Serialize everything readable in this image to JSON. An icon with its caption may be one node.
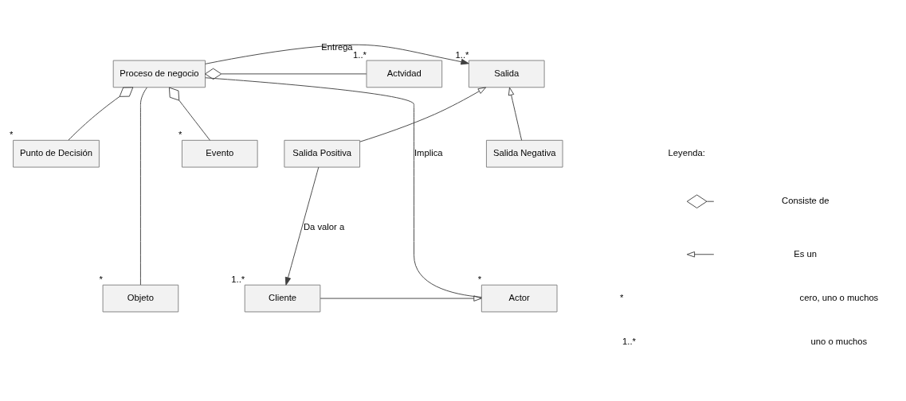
{
  "diagram": {
    "nodes": [
      {
        "text": [
          "Salida"
        ],
        "beside": [
          "1..*"
        ]
      },
      {
        "text": [
          "Proceso de negocio"
        ]
      },
      {
        "text": [
          "Evento"
        ],
        "beside": [
          "*"
        ]
      },
      {
        "text": [
          "Actvidad"
        ],
        "beside": [
          "1..*"
        ]
      },
      {
        "text": [
          "Punto de Decisión"
        ],
        "beside": [
          "*"
        ]
      },
      {
        "text": [
          "Salida Positiva"
        ]
      },
      {
        "text": [
          "Salida Negativa"
        ]
      },
      {
        "text": [
          "Cliente"
        ],
        "beside": [
          "1..*"
        ]
      },
      {
        "text": [
          "Actor"
        ],
        "beside": [
          "*"
        ]
      },
      {
        "text": [
          "Objeto"
        ],
        "beside": [
          "*"
        ]
      }
    ],
    "edges": [
      {
        "from": 1,
        "to": 0,
        "arrow": "to",
        "label": "Entrega"
      },
      {
        "from": 1,
        "to": 2,
        "arrow": "other"
      },
      {
        "from": 1,
        "to": 3,
        "arrow": "other"
      },
      {
        "from": 1,
        "to": 4,
        "arrow": "other"
      },
      {
        "from": 5,
        "to": 0,
        "arrow": "to"
      },
      {
        "from": 6,
        "to": 0,
        "arrow": "to"
      },
      {
        "from": 5,
        "to": 7,
        "arrow": "to",
        "label": "Da valor a"
      },
      {
        "from": 7,
        "to": 8,
        "arrow": "to"
      },
      {
        "from": 1,
        "to": 8,
        "arrow": "none",
        "label": "Implica"
      },
      {
        "from": 1,
        "to": 9,
        "arrow": "none"
      }
    ],
    "labels": [
      "Leyenda:",
      "*",
      "1..*"
    ],
    "legend": [
      {
        "text": "Consiste de"
      },
      {
        "text": "Es un"
      },
      {
        "text": "cero, uno o muchos"
      },
      {
        "text": "uno o muchos"
      }
    ]
  }
}
